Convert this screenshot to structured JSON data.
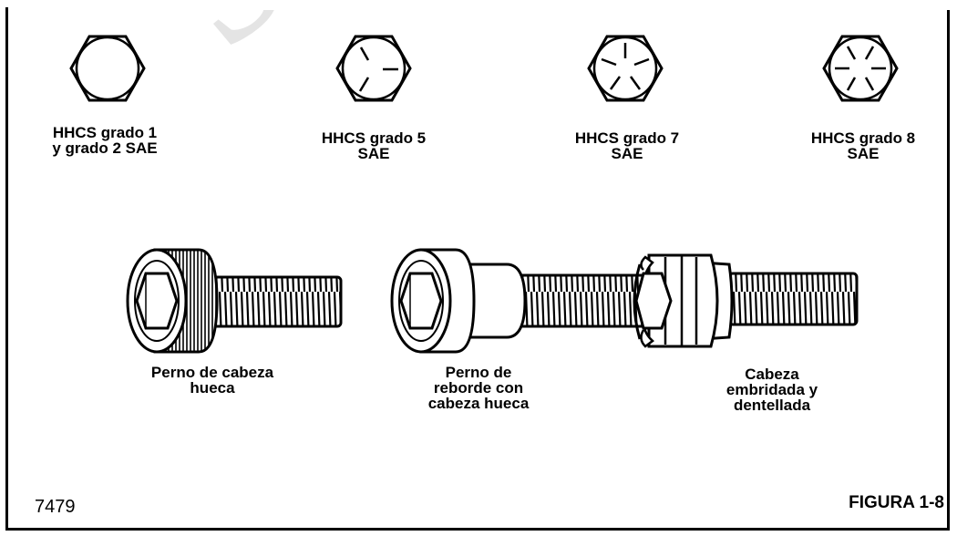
{
  "watermark": "Solo referencia",
  "head_labels": [
    "HHCS grado 1\ny grado 2 SAE",
    "HHCS grado 5\nSAE",
    "HHCS grado 7\nSAE",
    "HHCS grado 8\nSAE"
  ],
  "bolt_labels": [
    "Perno de cabeza\nhueca",
    "Perno de\nreborde con\ncabeza hueca",
    "Cabeza\nembridada y\ndentellada"
  ],
  "figure_id": "7479",
  "figure_label": "FIGURA 1-8"
}
